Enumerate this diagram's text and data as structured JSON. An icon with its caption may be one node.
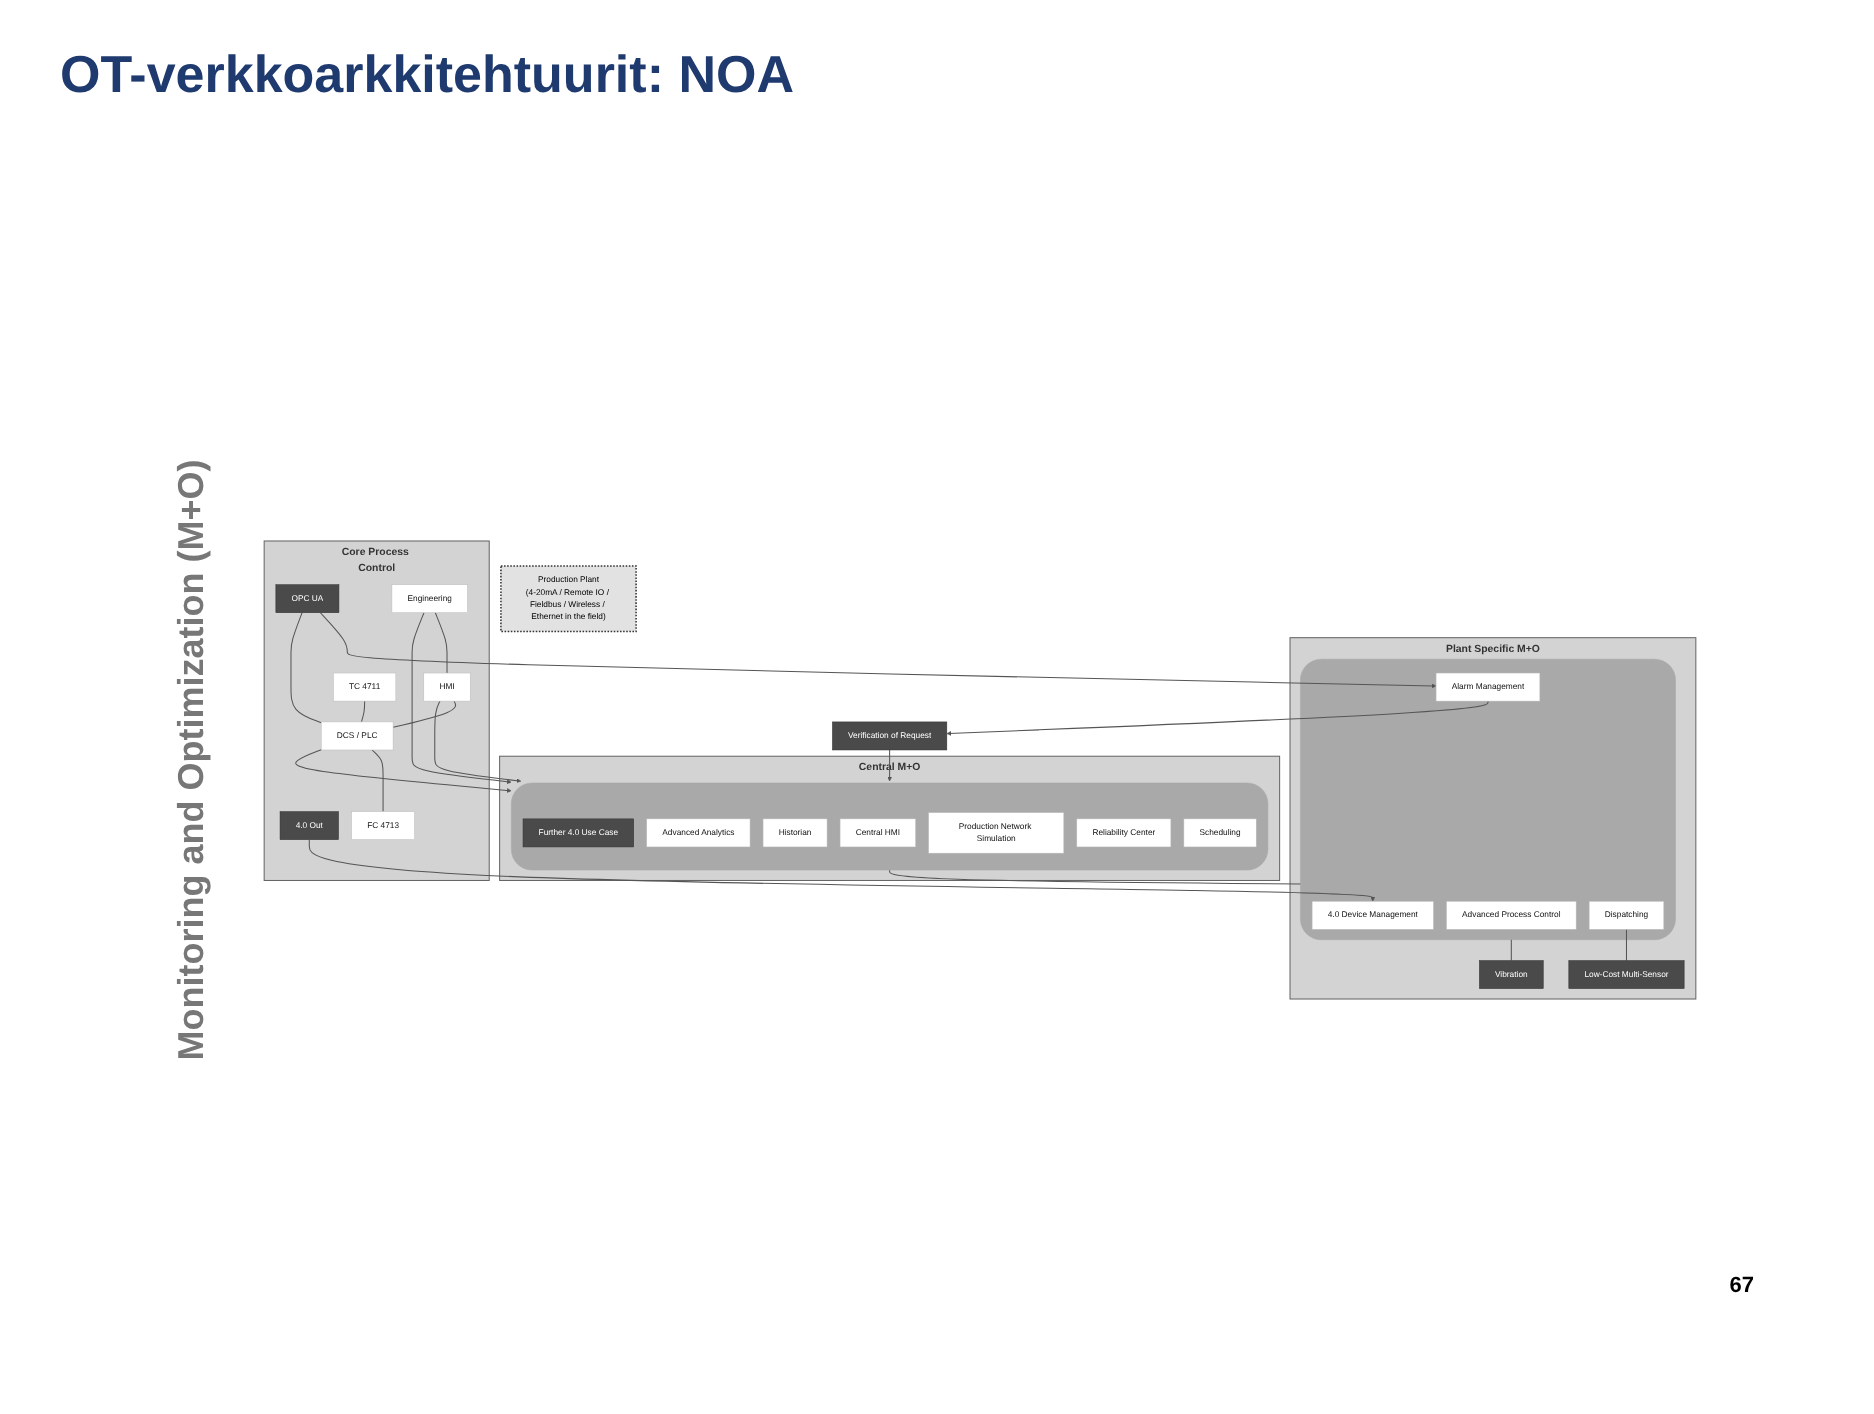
{
  "diagram": {
    "title": "OT-verkkoarkkitehtuurit: NOA",
    "nodes": [
      {
        "text": [
          "Central M+O"
        ]
      },
      {
        "text": [],
        "shape": "cloud",
        "in": 0
      },
      {
        "text": [
          "Further 4.0 Use Case"
        ],
        "in": 1
      },
      {
        "text": [
          "Advanced Analytics"
        ],
        "in": 1
      },
      {
        "text": [
          "Historian"
        ],
        "in": 1
      },
      {
        "text": [
          "Central HMI"
        ],
        "in": 1
      },
      {
        "text": [
          "Production Network Simulation"
        ],
        "in": 1
      },
      {
        "text": [
          "Reliability Center"
        ],
        "in": 1
      },
      {
        "text": [
          "Scheduling"
        ],
        "in": 1
      },
      {
        "text": [
          "Verification of Request"
        ]
      },
      {
        "text": [
          "Plant  Specific M+O"
        ]
      },
      {
        "text": [],
        "shape": "cloud",
        "in": 10
      },
      {
        "text": [
          "Advanced Process Control"
        ],
        "in": 11
      },
      {
        "text": [
          "Alarm Management"
        ],
        "in": 11
      },
      {
        "text": [
          "4.0 Device Management"
        ],
        "in": 11
      },
      {
        "text": [
          "Dispatching"
        ],
        "in": 11
      },
      {
        "text": [
          "Low-Cost Multi-Sensor"
        ],
        "in": 10
      },
      {
        "text": [
          "Vibration"
        ],
        "in": 10
      },
      {
        "text": [
          "Core Process Control"
        ]
      },
      {
        "text": [
          "OPC UA"
        ],
        "in": 18
      },
      {
        "text": [
          "Engineering"
        ],
        "in": 18
      },
      {
        "text": [
          "HMI"
        ],
        "in": 18
      },
      {
        "text": [
          "DCS / PLC"
        ],
        "in": 18
      },
      {
        "text": [
          "4.0 Out"
        ],
        "in": 18
      },
      {
        "text": [
          "TC 4711"
        ],
        "in": 18
      },
      {
        "text": [
          "FC 4713"
        ],
        "in": 18
      },
      {
        "text": [
          "Production Plant",
          "(4-20mA / Remote IO / Fieldbus / Wireless / Ethernet in the field)"
        ]
      }
    ],
    "edges": [
      {
        "from": 1,
        "to": 11,
        "arrow": "none"
      },
      {
        "from": 13,
        "to": 9,
        "arrow": "to"
      },
      {
        "from": 9,
        "to": 1,
        "arrow": "to"
      },
      {
        "from": 20,
        "to": 1,
        "arrow": "to"
      },
      {
        "from": 21,
        "to": 1,
        "arrow": "to"
      },
      {
        "from": 22,
        "to": 1,
        "arrow": "to"
      },
      {
        "from": 19,
        "to": 13,
        "arrow": "to"
      },
      {
        "from": 19,
        "to": 22,
        "arrow": "none"
      },
      {
        "from": 24,
        "to": 22,
        "arrow": "none"
      },
      {
        "from": 20,
        "to": 21,
        "arrow": "none"
      },
      {
        "from": 21,
        "to": 22,
        "arrow": "none"
      },
      {
        "from": 22,
        "to": 25,
        "arrow": "none"
      },
      {
        "from": 23,
        "to": 14,
        "arrow": "to"
      },
      {
        "from": 15,
        "to": 16,
        "arrow": "none"
      },
      {
        "from": 11,
        "to": 17,
        "arrow": "none"
      }
    ],
    "labels": [
      "Monitoring and Optimization (M+O)",
      "67"
    ]
  }
}
